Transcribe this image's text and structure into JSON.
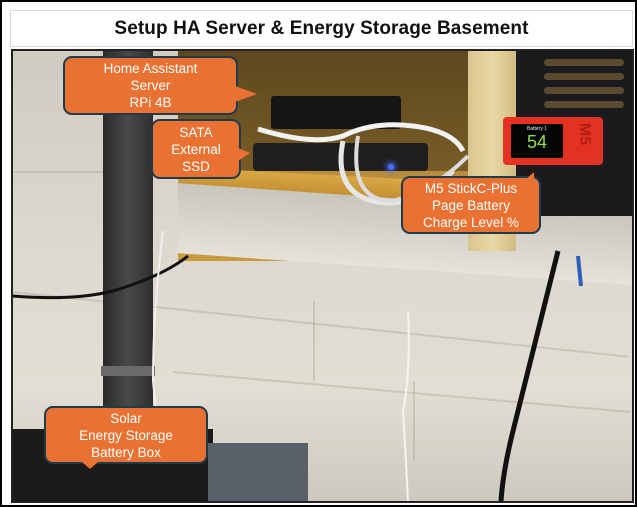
{
  "title": "Setup HA Server & Energy Storage Basement",
  "device_screen": {
    "header": "Battery 1",
    "value": "54",
    "logo": "M5"
  },
  "callouts": {
    "ha_server": [
      "Home Assistant",
      "Server",
      "RPi 4B"
    ],
    "ssd": [
      "SATA",
      "External",
      "SSD"
    ],
    "m5": [
      "M5 StickC-Plus",
      "Page Battery",
      "Charge Level %"
    ],
    "battery_box": [
      "Solar",
      "Energy Storage",
      "Battery Box"
    ]
  },
  "colors": {
    "callout_fill": "#e97132",
    "callout_border": "#1f3a4d",
    "device_red": "#e33122",
    "screen_value": "#8de04a"
  }
}
